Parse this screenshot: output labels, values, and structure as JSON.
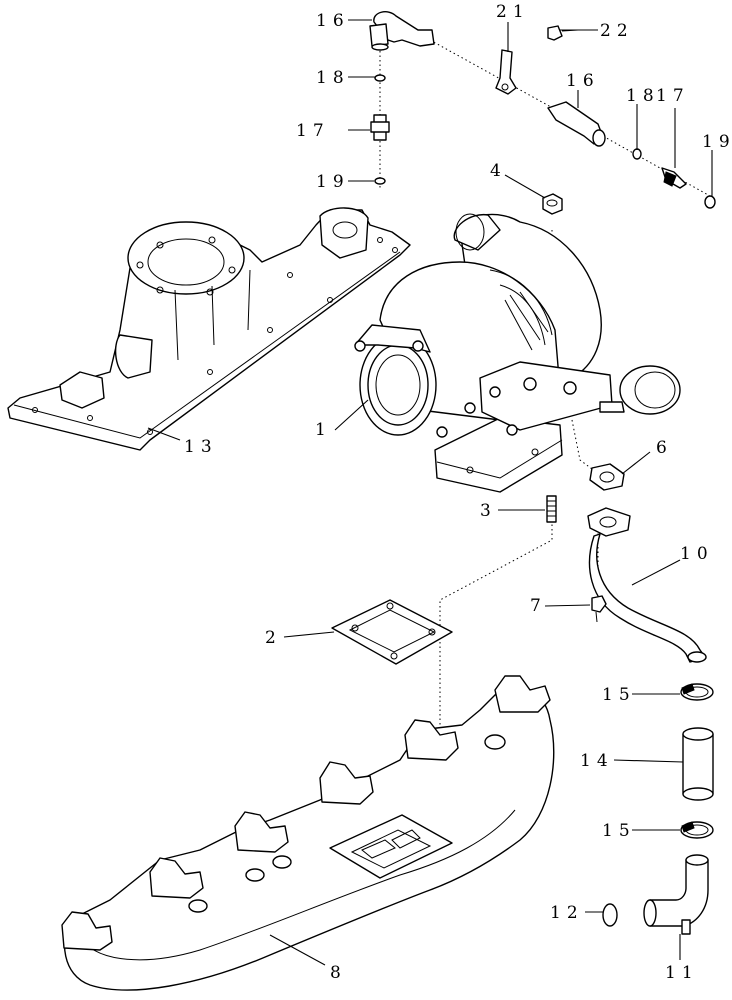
{
  "callouts": [
    {
      "id": "c1",
      "text": "1"
    },
    {
      "id": "c2",
      "text": "2"
    },
    {
      "id": "c3",
      "text": "3"
    },
    {
      "id": "c4",
      "text": "4"
    },
    {
      "id": "c6",
      "text": "6"
    },
    {
      "id": "c7",
      "text": "7"
    },
    {
      "id": "c8",
      "text": "8"
    },
    {
      "id": "c10",
      "text": "10"
    },
    {
      "id": "c11",
      "text": "11"
    },
    {
      "id": "c12",
      "text": "12"
    },
    {
      "id": "c13",
      "text": "13"
    },
    {
      "id": "c14",
      "text": "14"
    },
    {
      "id": "c15a",
      "text": "15"
    },
    {
      "id": "c15b",
      "text": "15"
    },
    {
      "id": "c16a",
      "text": "16"
    },
    {
      "id": "c16b",
      "text": "16"
    },
    {
      "id": "c17a",
      "text": "17"
    },
    {
      "id": "c17b",
      "text": "17"
    },
    {
      "id": "c18a",
      "text": "18"
    },
    {
      "id": "c18b",
      "text": "18"
    },
    {
      "id": "c19a",
      "text": "19"
    },
    {
      "id": "c19b",
      "text": "19"
    },
    {
      "id": "c21",
      "text": "21"
    },
    {
      "id": "c22",
      "text": "22"
    }
  ]
}
